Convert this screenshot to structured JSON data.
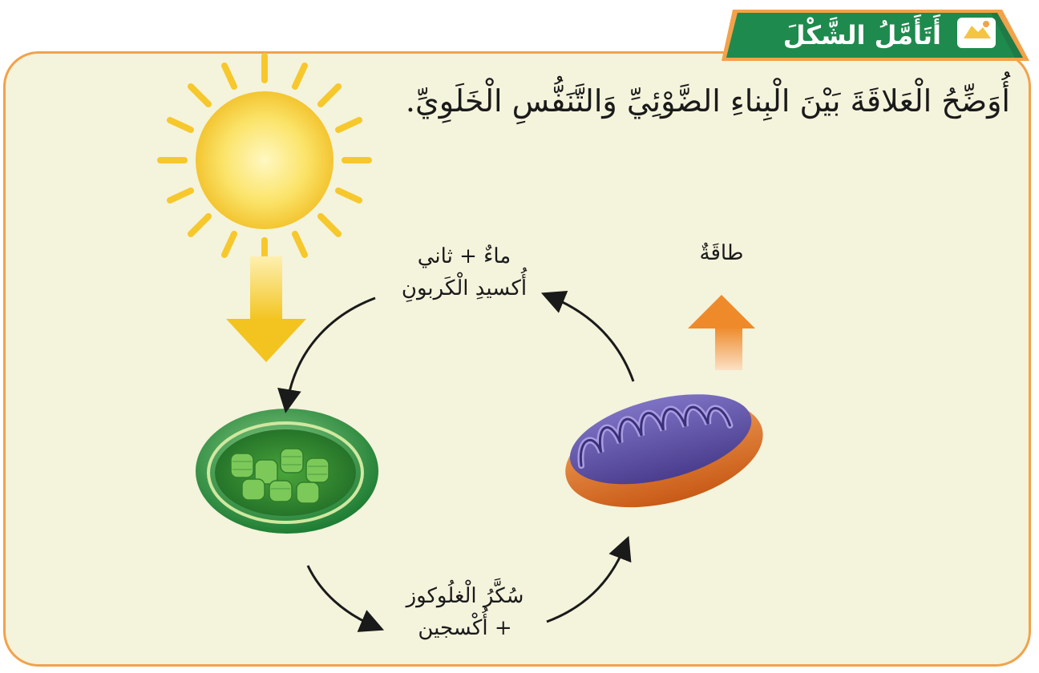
{
  "header": {
    "title": "أَتَأَمَّلُ الشَّكْلَ",
    "icon": "book-icon"
  },
  "question": "أُوَضِّحُ الْعَلاقَةَ بَيْنَ الْبِناءِ الضَّوْئِيِّ وَالتَّنَفُّسِ الْخَلَوِيِّ.",
  "labels": {
    "inputs_line1": "ماءٌ + ثاني",
    "inputs_line2": "أُكسيدِ الْكَربونِ",
    "energy": "طاقَةٌ",
    "products_line1": "سُكَّرُ الْغلُوكوز",
    "products_line2": "+ أُكْسجين"
  },
  "icons": [
    "sun-icon",
    "chloroplast-icon",
    "mitochondrion-icon",
    "light-arrow-icon",
    "energy-arrow-icon",
    "book-icon"
  ],
  "colors": {
    "panel_bg": "#f4f3dc",
    "panel_border": "#f2a24a",
    "header_green": "#1f7a45",
    "sun_yellow": "#f7d23e",
    "chloroplast_green": "#3aa84a",
    "mitochondrion_purple": "#6a5aa8",
    "mitochondrion_orange": "#e3782b",
    "energy_arrow": "#f08a2c"
  }
}
